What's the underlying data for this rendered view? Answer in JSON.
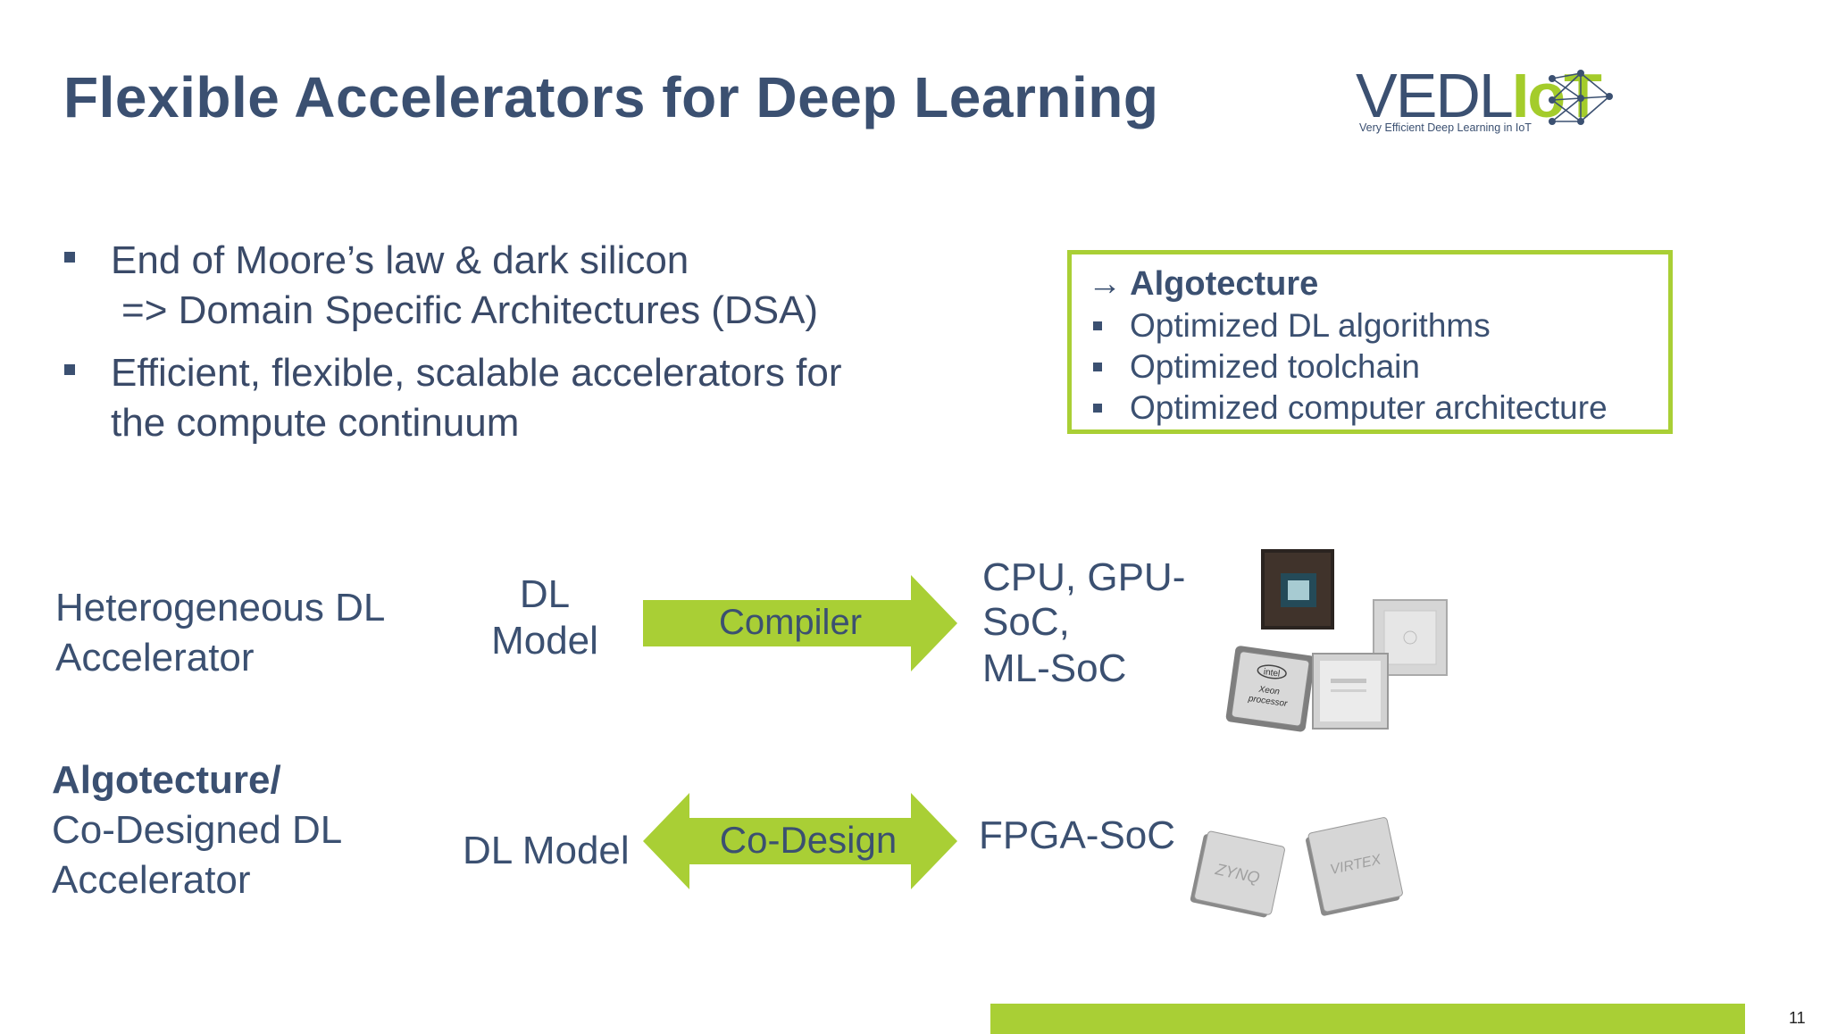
{
  "slide": {
    "title": "Flexible Accelerators for Deep Learning",
    "page_number": "11"
  },
  "logo": {
    "text_main": "VEDL",
    "text_accent": "IoT",
    "tagline": "Very Efficient Deep Learning in IoT"
  },
  "bullets": [
    {
      "line1": "End of Moore’s law & dark silicon",
      "line2": "=> Domain Specific Architectures (DSA)"
    },
    {
      "line1": "Efficient, flexible, scalable accelerators for",
      "line2": "the compute continuum"
    }
  ],
  "algotecture_box": {
    "arrow_icon": "→",
    "heading": "Algotecture",
    "items": [
      "Optimized DL algorithms",
      "Optimized toolchain",
      "Optimized computer architecture"
    ]
  },
  "row1": {
    "label_line1": "Heterogeneous DL",
    "label_line2": "Accelerator",
    "model_line1": "DL",
    "model_line2": "Model",
    "arrow_label": "Compiler",
    "target_line1": "CPU, GPU-",
    "target_line2": "SoC,",
    "target_line3": "ML-SoC"
  },
  "row2": {
    "label_line1": "Algotecture/",
    "label_line2": "Co-Designed DL",
    "label_line3": "Accelerator",
    "model": "DL Model",
    "arrow_label": "Co-Design",
    "target": "FPGA-SoC"
  },
  "chip_labels": {
    "intel_1": "intel",
    "intel_2": "Xeon",
    "intel_3": "processor",
    "zynq": "ZYNQ",
    "virtex": "VIRTEX"
  },
  "colors": {
    "title_blue": "#3b5071",
    "accent_green": "#a9cf35"
  }
}
